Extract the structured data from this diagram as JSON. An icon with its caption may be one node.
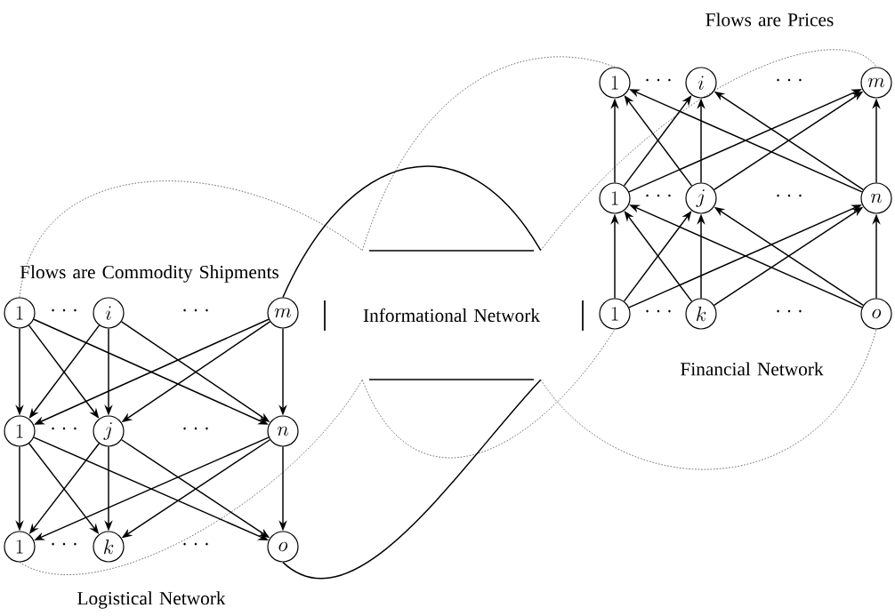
{
  "diagram": {
    "nodes": [
      {
        "text": [
          "1"
        ]
      },
      {
        "text": [
          "i"
        ]
      },
      {
        "text": [
          "m"
        ]
      },
      {
        "text": [
          "1"
        ]
      },
      {
        "text": [
          "j"
        ]
      },
      {
        "text": [
          "n"
        ]
      },
      {
        "text": [
          "1"
        ]
      },
      {
        "text": [
          "k"
        ]
      },
      {
        "text": [
          "o"
        ]
      },
      {
        "text": [
          "Informational Network"
        ]
      },
      {
        "text": [
          "1"
        ]
      },
      {
        "text": [
          "i"
        ]
      },
      {
        "text": [
          "m"
        ]
      },
      {
        "text": [
          "1"
        ]
      },
      {
        "text": [
          "j"
        ]
      },
      {
        "text": [
          "n"
        ]
      },
      {
        "text": [
          "1"
        ]
      },
      {
        "text": [
          "k"
        ]
      },
      {
        "text": [
          "o"
        ]
      }
    ],
    "edges": [
      {
        "from": 0,
        "to": 3,
        "arrow": "to"
      },
      {
        "from": 0,
        "to": 4,
        "arrow": "to"
      },
      {
        "from": 0,
        "to": 5,
        "arrow": "to"
      },
      {
        "from": 1,
        "to": 3,
        "arrow": "to"
      },
      {
        "from": 1,
        "to": 4,
        "arrow": "to"
      },
      {
        "from": 1,
        "to": 5,
        "arrow": "to"
      },
      {
        "from": 2,
        "to": 3,
        "arrow": "to"
      },
      {
        "from": 2,
        "to": 4,
        "arrow": "to"
      },
      {
        "from": 2,
        "to": 5,
        "arrow": "to"
      },
      {
        "from": 3,
        "to": 6,
        "arrow": "to"
      },
      {
        "from": 3,
        "to": 7,
        "arrow": "to"
      },
      {
        "from": 3,
        "to": 8,
        "arrow": "to"
      },
      {
        "from": 4,
        "to": 6,
        "arrow": "to"
      },
      {
        "from": 4,
        "to": 7,
        "arrow": "to"
      },
      {
        "from": 4,
        "to": 8,
        "arrow": "to"
      },
      {
        "from": 5,
        "to": 6,
        "arrow": "to"
      },
      {
        "from": 5,
        "to": 7,
        "arrow": "to"
      },
      {
        "from": 5,
        "to": 8,
        "arrow": "to"
      },
      {
        "from": 16,
        "to": 13,
        "arrow": "to"
      },
      {
        "from": 16,
        "to": 14,
        "arrow": "to"
      },
      {
        "from": 16,
        "to": 15,
        "arrow": "to"
      },
      {
        "from": 17,
        "to": 13,
        "arrow": "to"
      },
      {
        "from": 17,
        "to": 14,
        "arrow": "to"
      },
      {
        "from": 17,
        "to": 15,
        "arrow": "to"
      },
      {
        "from": 18,
        "to": 13,
        "arrow": "to"
      },
      {
        "from": 18,
        "to": 14,
        "arrow": "to"
      },
      {
        "from": 18,
        "to": 15,
        "arrow": "to"
      },
      {
        "from": 13,
        "to": 10,
        "arrow": "to"
      },
      {
        "from": 13,
        "to": 11,
        "arrow": "to"
      },
      {
        "from": 13,
        "to": 12,
        "arrow": "to"
      },
      {
        "from": 14,
        "to": 10,
        "arrow": "to"
      },
      {
        "from": 14,
        "to": 11,
        "arrow": "to"
      },
      {
        "from": 14,
        "to": 12,
        "arrow": "to"
      },
      {
        "from": 15,
        "to": 10,
        "arrow": "to"
      },
      {
        "from": 15,
        "to": 11,
        "arrow": "to"
      },
      {
        "from": 15,
        "to": 12,
        "arrow": "to"
      },
      {
        "from": 0,
        "to": 9,
        "arrow": "none",
        "style": "dashed"
      },
      {
        "from": 9,
        "to": 10,
        "arrow": "none",
        "style": "dashed"
      },
      {
        "from": 2,
        "to": 9,
        "arrow": "none"
      },
      {
        "from": 9,
        "to": 12,
        "arrow": "none",
        "style": "dashed"
      },
      {
        "from": 6,
        "to": 9,
        "arrow": "none",
        "style": "dashed"
      },
      {
        "from": 9,
        "to": 16,
        "arrow": "none",
        "style": "dashed"
      },
      {
        "from": 8,
        "to": 9,
        "arrow": "none"
      },
      {
        "from": 9,
        "to": 18,
        "arrow": "none",
        "style": "dashed"
      }
    ],
    "labels": [
      "Flows are Prices",
      "· · ·",
      "· · ·",
      "· · ·",
      "· · ·",
      "Flows are Commodity Shipments",
      "· · ·",
      "· · ·",
      "· · ·",
      "· · ·",
      "Financial Network",
      "· · ·",
      "· · ·",
      "· · ·",
      "· · ·",
      "Logistical Network"
    ]
  }
}
